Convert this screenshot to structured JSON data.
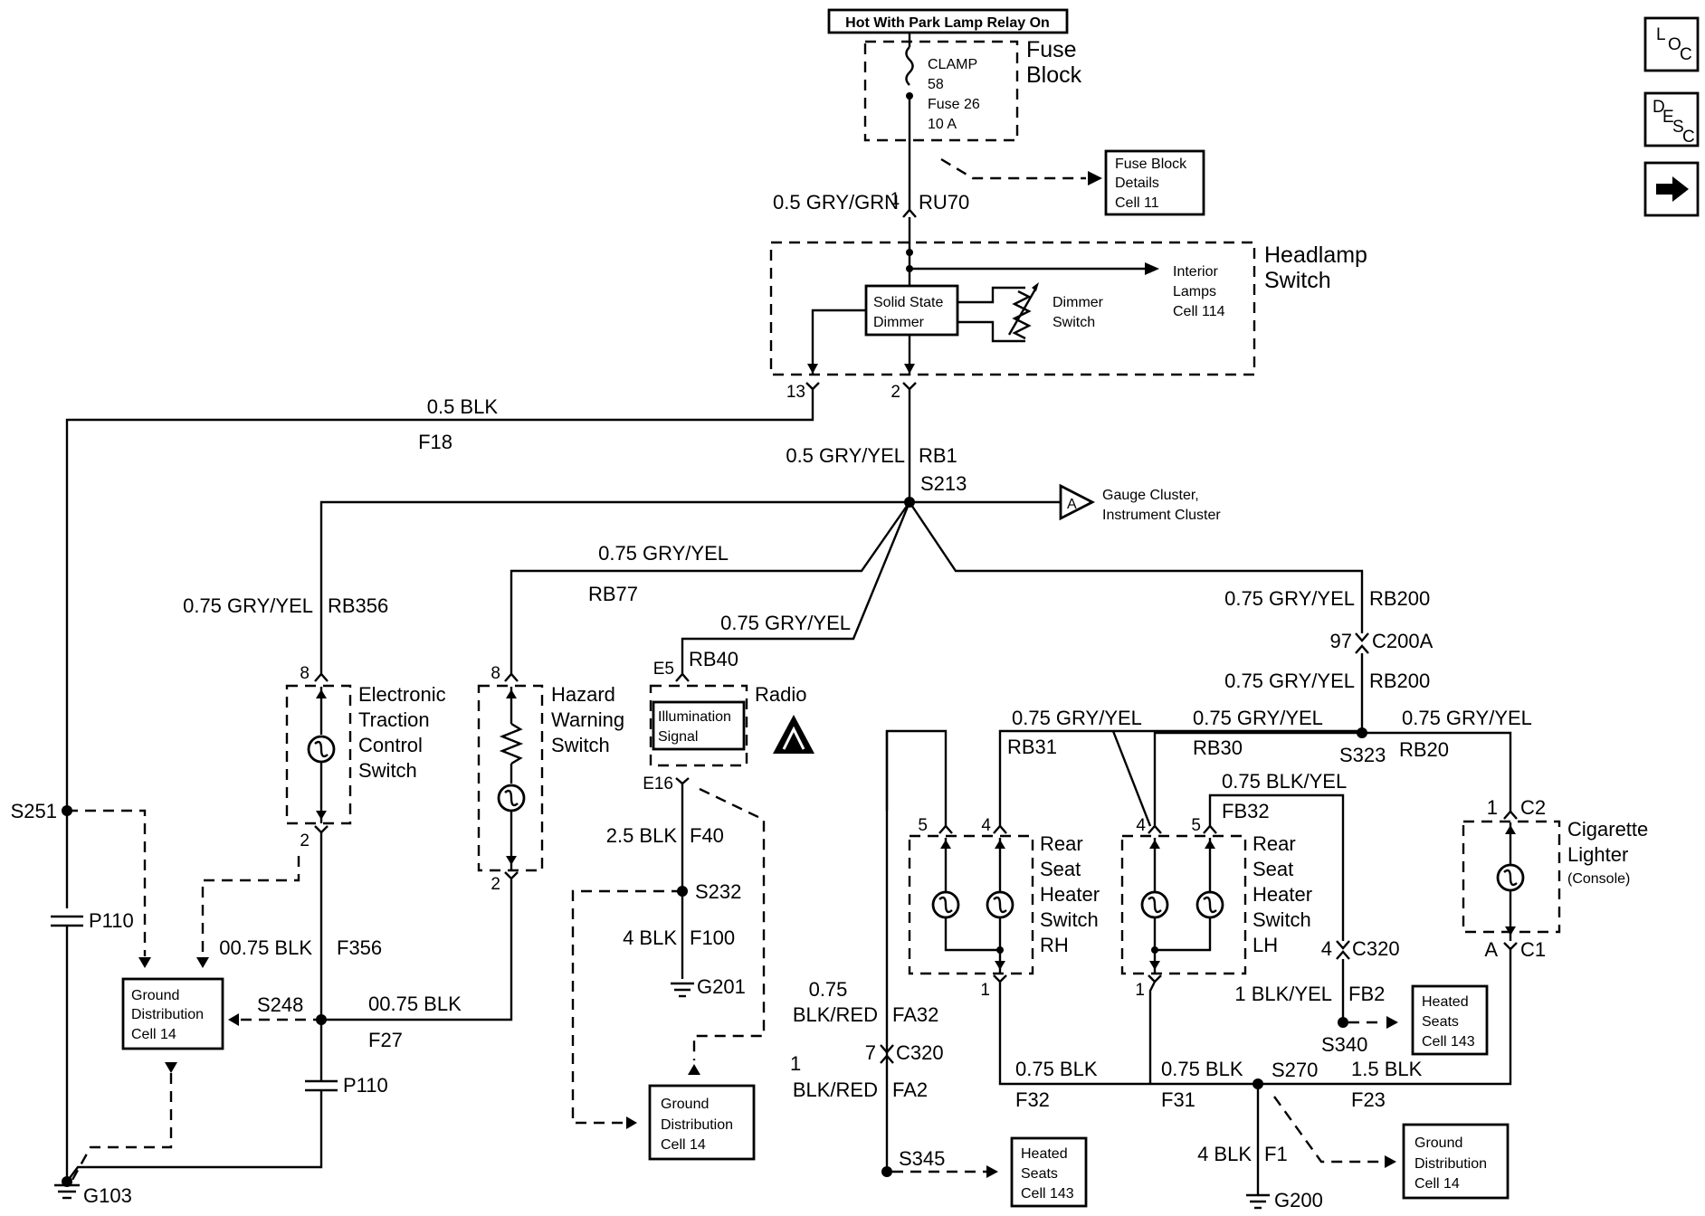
{
  "power": {
    "hot_label": "Hot With Park Lamp Relay On"
  },
  "fuse_block": {
    "title_l1": "Fuse",
    "title_l2": "Block",
    "clamp": "CLAMP",
    "clamp_no": "58",
    "fuse": "Fuse 26",
    "rating": "10 A",
    "details": [
      "Fuse Block",
      "Details",
      "Cell 11"
    ]
  },
  "nav": {
    "loc": [
      "L",
      "O",
      "C"
    ],
    "desc": [
      "D",
      "E",
      "S",
      "C"
    ],
    "next_icon": "arrow-right-icon"
  },
  "headlamp_switch": {
    "title_l1": "Headlamp",
    "title_l2": "Switch",
    "dimmer_box": [
      "Solid State",
      "Dimmer"
    ],
    "dimmer_switch": [
      "Dimmer",
      "Switch"
    ],
    "interior": [
      "Interior",
      "Lamps",
      "Cell 114"
    ],
    "pin_in": "1",
    "pin_out": "2",
    "pin_gnd": "13"
  },
  "wires": {
    "ru70": {
      "gauge": "0.5 GRY/GRN",
      "circuit": "RU70"
    },
    "f18": {
      "gauge": "0.5 BLK",
      "circuit": "F18"
    },
    "rb1": {
      "gauge": "0.5 GRY/YEL",
      "circuit": "RB1"
    },
    "rb77": {
      "gauge": "0.75 GRY/YEL",
      "circuit": "RB77"
    },
    "rb356": {
      "gauge": "0.75 GRY/YEL",
      "circuit": "RB356"
    },
    "rb40": {
      "gauge": "0.75 GRY/YEL",
      "circuit": "RB40"
    },
    "rb200a": {
      "gauge": "0.75 GRY/YEL",
      "circuit": "RB200"
    },
    "rb200b": {
      "gauge": "0.75 GRY/YEL",
      "circuit": "RB200"
    },
    "rb31": {
      "gauge": "0.75 GRY/YEL",
      "circuit": "RB31"
    },
    "rb30": {
      "gauge": "0.75 GRY/YEL",
      "circuit": "RB30"
    },
    "rb20": {
      "gauge": "0.75 GRY/YEL",
      "circuit": "RB20"
    },
    "fb32": {
      "gauge": "0.75 BLK/YEL",
      "circuit": "FB32"
    },
    "f356": {
      "gauge": "00.75 BLK",
      "circuit": "F356"
    },
    "f27": {
      "gauge": "00.75 BLK",
      "circuit": "F27"
    },
    "f40": {
      "gauge": "2.5 BLK",
      "circuit": "F40"
    },
    "f100": {
      "gauge": "4 BLK",
      "circuit": "F100"
    },
    "fa32": {
      "gauge_l1": "0.75",
      "gauge_l2": "BLK/RED",
      "circuit": "FA32"
    },
    "fa2": {
      "gauge_l1": "1",
      "gauge_l2": "BLK/RED",
      "circuit": "FA2"
    },
    "fb2": {
      "gauge": "1 BLK/YEL",
      "circuit": "FB2"
    },
    "f32": {
      "gauge": "0.75 BLK",
      "circuit": "F32"
    },
    "f31": {
      "gauge": "0.75 BLK",
      "circuit": "F31"
    },
    "f23": {
      "gauge": "1.5 BLK",
      "circuit": "F23"
    },
    "f1": {
      "gauge": "4 BLK",
      "circuit": "F1"
    }
  },
  "splices": {
    "s213": "S213",
    "s251": "S251",
    "s248": "S248",
    "s232": "S232",
    "s323": "S323",
    "s340": "S340",
    "s270": "S270",
    "s345": "S345"
  },
  "connectors": {
    "p110": "P110",
    "c200a": "C200A",
    "c200a_pin": "97",
    "c320": "C320",
    "c320_pin_a": "7",
    "c320_pin_b": "4",
    "c2": "C2",
    "c2_pin": "1",
    "c1": "C1",
    "c1_pin": "A"
  },
  "grounds": {
    "g103": "G103",
    "g201": "G201",
    "g200": "G200"
  },
  "gauge_cluster": {
    "marker": "A",
    "line1": "Gauge Cluster,",
    "line2": "Instrument Cluster"
  },
  "etc_switch": {
    "lines": [
      "Electronic",
      "Traction",
      "Control",
      "Switch"
    ],
    "pin_top": "8",
    "pin_bot": "2"
  },
  "hazard_switch": {
    "lines": [
      "Hazard",
      "Warning",
      "Switch"
    ],
    "pin_top": "8",
    "pin_bot": "2"
  },
  "radio": {
    "title": "Radio",
    "box": [
      "Illumination",
      "Signal"
    ],
    "pin_top": "E5",
    "pin_bot": "E16"
  },
  "rear_rh": {
    "lines": [
      "Rear",
      "Seat",
      "Heater",
      "Switch",
      "RH"
    ],
    "pin5": "5",
    "pin4": "4",
    "pin1": "1"
  },
  "rear_lh": {
    "lines": [
      "Rear",
      "Seat",
      "Heater",
      "Switch",
      "LH"
    ],
    "pin4": "4",
    "pin5": "5",
    "pin1": "1"
  },
  "cig_lighter": {
    "lines": [
      "Cigarette",
      "Lighter"
    ],
    "sub": "(Console)"
  },
  "ground_dist": {
    "l1": "Ground",
    "l2": "Distribution",
    "l3": "Cell 14"
  },
  "heated_seats": {
    "l1": "Heated",
    "l2": "Seats",
    "l3": "Cell 143"
  }
}
